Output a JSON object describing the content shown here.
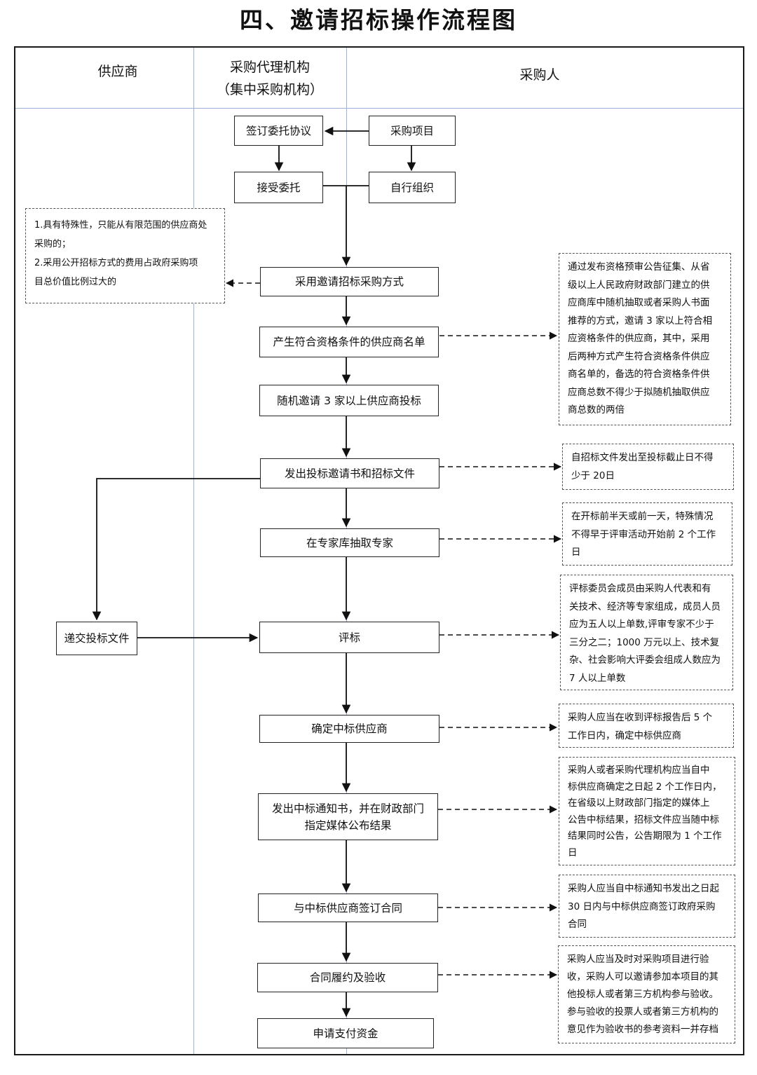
{
  "title": "四、邀请招标操作流程图",
  "lanes": {
    "supplier": "供应商",
    "agency_line1": "采购代理机构",
    "agency_line2": "（集中采购机构）",
    "purchaser": "采购人"
  },
  "boxes": {
    "sign_agreement": "签订委托协议",
    "purchase_project": "采购项目",
    "accept_commission": "接受委托",
    "self_organize": "自行组织",
    "adopt_method": "采用邀请招标采购方式",
    "generate_list": "产生符合资格条件的供应商名单",
    "random_invite": "随机邀请 3 家以上供应商投标",
    "issue_invitation": "发出投标邀请书和招标文件",
    "draw_experts": "在专家库抽取专家",
    "submit_bid": "递交投标文件",
    "evaluate": "评标",
    "confirm_winner": "确定中标供应商",
    "notify_line1": "发出中标通知书，并在财政部门",
    "notify_line2": "指定媒体公布结果",
    "sign_contract": "与中标供应商签订合同",
    "perform_accept": "合同履约及验收",
    "apply_payment": "申请支付资金"
  },
  "notes": {
    "conditions": [
      "1.具有特殊性，只能从有限范围的供应商处",
      "采购的；",
      "2.采用公开招标方式的费用占政府采购项",
      "目总价值比例过大的"
    ],
    "qualification": [
      "通过发布资格预审公告征集、从省",
      "级以上人民政府财政部门建立的供",
      "应商库中随机抽取或者采购人书面",
      "推荐的方式，邀请 3 家以上符合相",
      "应资格条件的供应商，其中，采用",
      "后两种方式产生符合资格条件供应",
      "商名单的，备选的符合资格条件供",
      "应商总数不得少于拟随机抽取供应",
      "商总数的两倍"
    ],
    "deadline": [
      "自招标文件发出至投标截止日不得",
      "少于 20日"
    ],
    "expert_timing": [
      "在开标前半天或前一天，特殊情况",
      "不得早于评审活动开始前 2 个工作",
      "日"
    ],
    "committee": [
      "评标委员会成员由采购人代表和有",
      "关技术、经济等专家组成，成员人员",
      "应为五人以上单数,评审专家不少于",
      "三分之二；1000 万元以上、技术复",
      "杂、社会影响大评委会组成人数应为",
      "7 人以上单数"
    ],
    "confirm_rule": [
      "采购人应当在收到评标报告后 5 个",
      "工作日内，确定中标供应商"
    ],
    "announce_rule": [
      "采购人或者采购代理机构应当自中",
      "标供应商确定之日起 2 个工作日内，",
      "在省级以上财政部门指定的媒体上",
      "公告中标结果，招标文件应当随中标",
      "结果同时公告，公告期限为 1 个工作",
      "日"
    ],
    "contract_rule": [
      "采购人应当自中标通知书发出之日起",
      "30 日内与中标供应商签订政府采购",
      "合同"
    ],
    "acceptance_rule": [
      "采购人应当及时对采购项目进行验",
      "收，采购人可以邀请参加本项目的其",
      "他投标人或者第三方机构参与验收。",
      "参与验收的投票人或者第三方机构的",
      "意见作为验收书的参考资料一并存档"
    ]
  }
}
